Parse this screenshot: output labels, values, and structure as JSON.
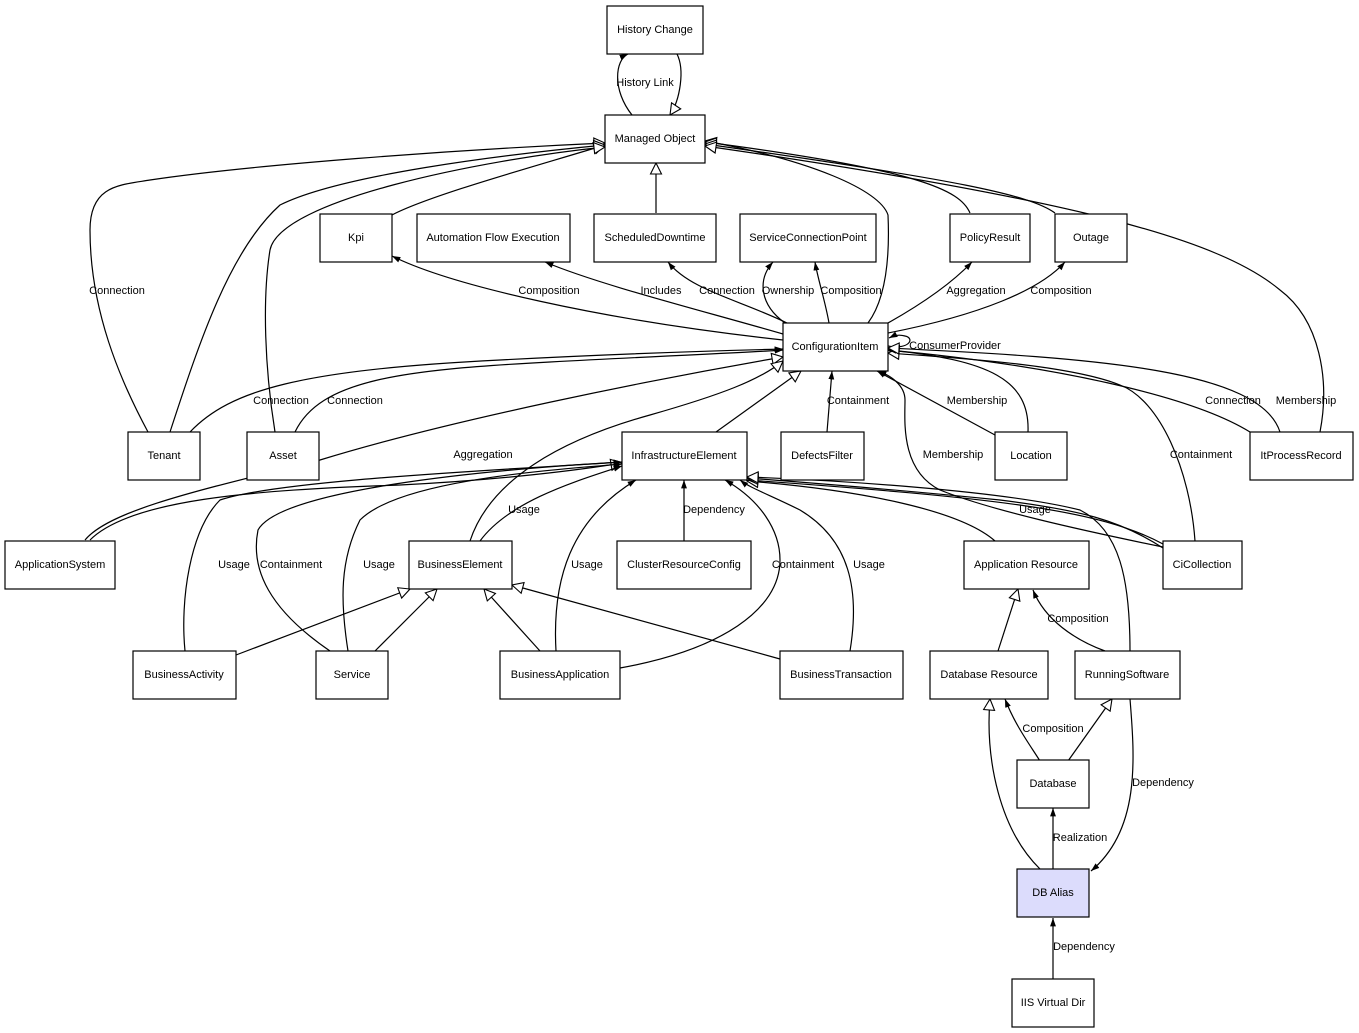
{
  "nodes": {
    "history_change": {
      "label": "History Change"
    },
    "managed_object": {
      "label": "Managed Object"
    },
    "kpi": {
      "label": "Kpi"
    },
    "automation_flow_execution": {
      "label": "Automation Flow Execution"
    },
    "scheduled_downtime": {
      "label": "ScheduledDowntime"
    },
    "service_connection_point": {
      "label": "ServiceConnectionPoint"
    },
    "policy_result": {
      "label": "PolicyResult"
    },
    "outage": {
      "label": "Outage"
    },
    "configuration_item": {
      "label": "ConfigurationItem"
    },
    "tenant": {
      "label": "Tenant"
    },
    "asset": {
      "label": "Asset"
    },
    "infrastructure_element": {
      "label": "InfrastructureElement"
    },
    "defects_filter": {
      "label": "DefectsFilter"
    },
    "location": {
      "label": "Location"
    },
    "it_process_record": {
      "label": "ItProcessRecord"
    },
    "application_system": {
      "label": "ApplicationSystem"
    },
    "business_element": {
      "label": "BusinessElement"
    },
    "cluster_resource_config": {
      "label": "ClusterResourceConfig"
    },
    "application_resource": {
      "label": "Application Resource"
    },
    "ci_collection": {
      "label": "CiCollection"
    },
    "business_activity": {
      "label": "BusinessActivity"
    },
    "service": {
      "label": "Service"
    },
    "business_application": {
      "label": "BusinessApplication"
    },
    "business_transaction": {
      "label": "BusinessTransaction"
    },
    "database_resource": {
      "label": "Database Resource"
    },
    "running_software": {
      "label": "RunningSoftware"
    },
    "database": {
      "label": "Database"
    },
    "db_alias": {
      "label": "DB Alias"
    },
    "iis_virtual_dir": {
      "label": "IIS Virtual Dir"
    }
  },
  "edge_labels": {
    "history_link": "History Link",
    "tenant_mo_connection": "Connection",
    "ci_kpi_composition": "Composition",
    "ci_afe_includes": "Includes",
    "ci_sd_connection": "Connection",
    "ci_scp_ownership": "Ownership",
    "ci_scp_composition": "Composition",
    "ci_pr_aggregation": "Aggregation",
    "ci_outage_composition": "Composition",
    "ci_self_consumer_provider": "ConsumerProvider",
    "tenant_ci_connection": "Connection",
    "asset_ci_connection": "Connection",
    "defects_ci_containment": "Containment",
    "location_ci_membership": "Membership",
    "cicoll_ci_membership": "Membership",
    "cicoll_ci_containment": "Containment",
    "itpr_ci_connection": "Connection",
    "itpr_ci_membership": "Membership",
    "appsys_ie_aggregation": "Aggregation",
    "be_ie_usage": "Usage",
    "crc_ie_dependency": "Dependency",
    "cicoll_ie_usage": "Usage",
    "ba_ie_usage": "Usage",
    "svc_ie_containment": "Containment",
    "svc_ie_usage": "Usage",
    "bapp_ie_usage": "Usage",
    "bapp_ie_containment": "Containment",
    "bt_ie_usage": "Usage",
    "rs_ar_composition": "Composition",
    "db_dbr_composition": "Composition",
    "rs_dba_dependency": "Dependency",
    "dba_db_realization": "Realization",
    "iis_dba_dependency": "Dependency"
  },
  "colors": {
    "node_fill": "#ffffff",
    "highlight_fill": "#dcdcfc",
    "stroke": "#000000"
  }
}
